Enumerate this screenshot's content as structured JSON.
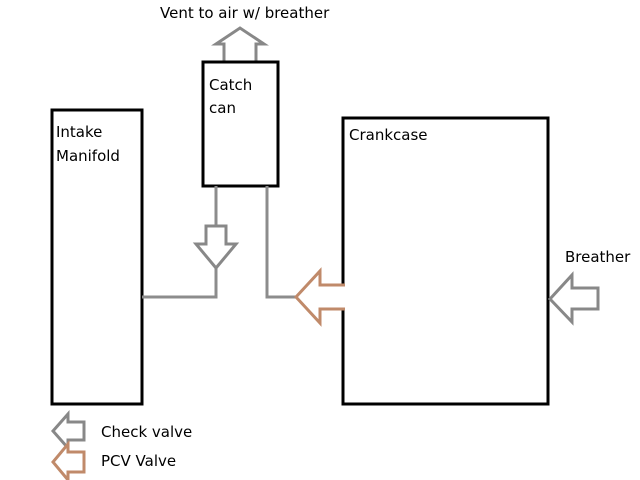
{
  "diagram": {
    "colors": {
      "outline": "#000000",
      "pipe": "#8c8c8c",
      "check_valve": "#888888",
      "pcv_valve": "#c08a6a"
    },
    "labels": {
      "vent": "Vent to air w/ breather",
      "catch_can_line1": "Catch",
      "catch_can_line2": "can",
      "intake_line1": "Intake",
      "intake_line2": "Manifold",
      "crankcase": "Crankcase",
      "breather": "Breather"
    },
    "legend": {
      "check_valve": "Check valve",
      "pcv_valve": "PCV Valve"
    }
  }
}
